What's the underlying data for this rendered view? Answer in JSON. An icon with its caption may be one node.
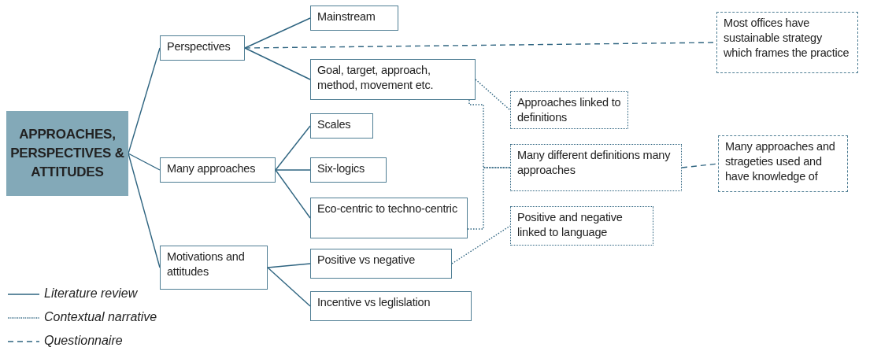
{
  "diagram": {
    "nodes": [
      {
        "text": [
          "APPROACHES, PERSPECTIVES & ATTITUDES"
        ]
      },
      {
        "text": [
          "Perspectives"
        ]
      },
      {
        "text": [
          "Many approaches"
        ]
      },
      {
        "text": [
          "Motivations and attitudes"
        ]
      },
      {
        "text": [
          "Mainstream"
        ]
      },
      {
        "text": [
          "Goal, target, approach, method, movement etc."
        ]
      },
      {
        "text": [
          "Scales"
        ]
      },
      {
        "text": [
          "Six-logics"
        ]
      },
      {
        "text": [
          "Eco-centric to techno-centric"
        ]
      },
      {
        "text": [
          "Positive vs negative"
        ]
      },
      {
        "text": [
          "Incentive vs leglislation"
        ]
      },
      {
        "text": [
          "Approaches linked to definitions"
        ]
      },
      {
        "text": [
          "Many different definitions many approaches"
        ]
      },
      {
        "text": [
          "Positive and negative linked to language"
        ]
      },
      {
        "text": [
          "Most offices have sustainable strategy which frames the practice"
        ]
      },
      {
        "text": [
          "Many approaches and strageties used and have knowledge of"
        ]
      }
    ],
    "edges": [
      {
        "from": 0,
        "to": 1,
        "arrow": "none"
      },
      {
        "from": 0,
        "to": 2,
        "arrow": "none"
      },
      {
        "from": 0,
        "to": 3,
        "arrow": "none"
      },
      {
        "from": 1,
        "to": 4,
        "arrow": "none"
      },
      {
        "from": 1,
        "to": 5,
        "arrow": "none"
      },
      {
        "from": 2,
        "to": 6,
        "arrow": "none"
      },
      {
        "from": 2,
        "to": 7,
        "arrow": "none"
      },
      {
        "from": 2,
        "to": 8,
        "arrow": "none"
      },
      {
        "from": 3,
        "to": 9,
        "arrow": "none"
      },
      {
        "from": 3,
        "to": 10,
        "arrow": "none"
      },
      {
        "from": 1,
        "to": 14,
        "arrow": "none",
        "style": "dashed"
      },
      {
        "from": 5,
        "to": 11,
        "arrow": "none",
        "style": "dashed"
      },
      {
        "from": 5,
        "to": 12,
        "arrow": "none",
        "style": "dashed"
      },
      {
        "from": 8,
        "to": 12,
        "arrow": "none",
        "style": "dashed"
      },
      {
        "from": 9,
        "to": 13,
        "arrow": "none",
        "style": "dashed"
      },
      {
        "from": 12,
        "to": 15,
        "arrow": "none",
        "style": "dashed"
      }
    ],
    "legend": [
      {
        "text": "Literature review"
      },
      {
        "text": "Contextual narrative"
      },
      {
        "text": "Questionnaire"
      }
    ]
  }
}
